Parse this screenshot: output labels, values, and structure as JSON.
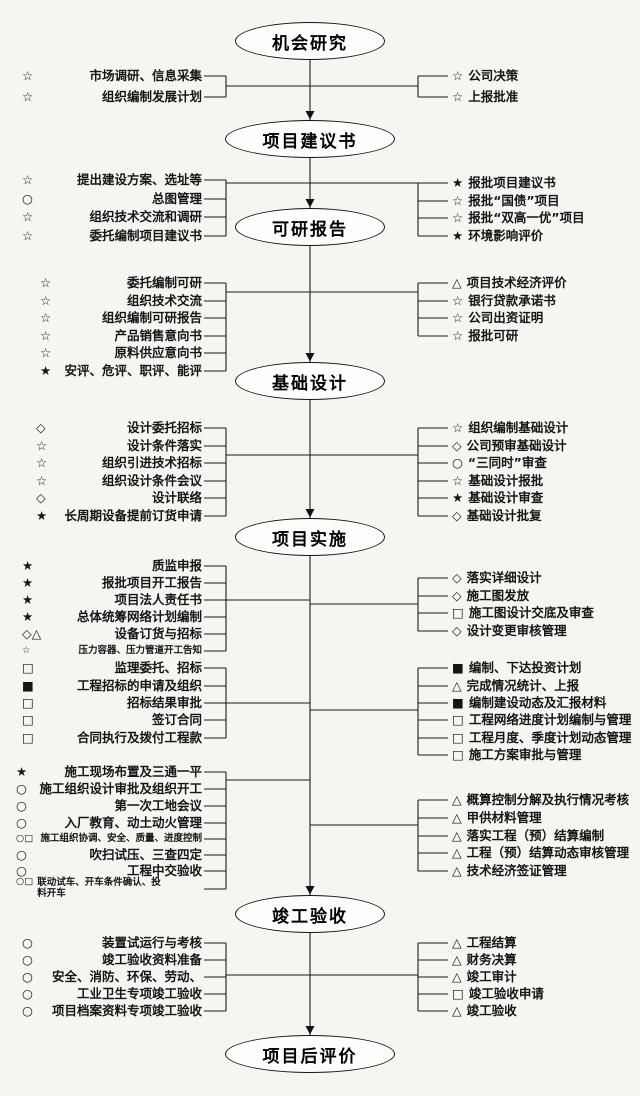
{
  "colors": {
    "background": "#f6f5f1",
    "line": "#1c1c1c",
    "text": "#151515",
    "node_border": "#141414"
  },
  "flowchart": {
    "nodes": [
      {
        "label": "机会研究"
      },
      {
        "label": "项目建议书"
      },
      {
        "label": "可研报告"
      },
      {
        "label": "基础设计"
      },
      {
        "label": "项目实施"
      },
      {
        "label": "竣工验收"
      },
      {
        "label": "项目后评价"
      }
    ],
    "groups": [
      {
        "left": [
          {
            "sym": "☆",
            "text": "市场调研、信息采集"
          },
          {
            "sym": "☆",
            "text": "组织编制发展计划"
          }
        ],
        "right": [
          {
            "sym": "☆",
            "text": "公司决策"
          },
          {
            "sym": "☆",
            "text": "上报批准"
          }
        ]
      },
      {
        "left": [
          {
            "sym": "☆",
            "text": "提出建设方案、选址等"
          },
          {
            "sym": "○",
            "text": "总图管理"
          },
          {
            "sym": "☆",
            "text": "组织技术交流和调研"
          },
          {
            "sym": "☆",
            "text": "委托编制项目建议书"
          }
        ],
        "right": [
          {
            "sym": "★",
            "text": "报批项目建议书"
          },
          {
            "sym": "☆",
            "text": "报批“国债”项目"
          },
          {
            "sym": "☆",
            "text": "报批“双高一优”项目"
          },
          {
            "sym": "★",
            "text": "环境影响评价"
          }
        ]
      },
      {
        "left": [
          {
            "sym": "☆",
            "text": "委托编制可研"
          },
          {
            "sym": "☆",
            "text": "组织技术交流"
          },
          {
            "sym": "☆",
            "text": "组织编制可研报告"
          },
          {
            "sym": "☆",
            "text": "产品销售意向书"
          },
          {
            "sym": "☆",
            "text": "原料供应意向书"
          },
          {
            "sym": "★",
            "text": "安评、危评、职评、能评"
          }
        ],
        "right": [
          {
            "sym": "△",
            "text": "项目技术经济评价"
          },
          {
            "sym": "☆",
            "text": "银行贷款承诺书"
          },
          {
            "sym": "☆",
            "text": "公司出资证明"
          },
          {
            "sym": "☆",
            "text": "报批可研"
          }
        ]
      },
      {
        "left": [
          {
            "sym": "◇",
            "text": "设计委托招标"
          },
          {
            "sym": "☆",
            "text": "设计条件落实"
          },
          {
            "sym": "☆",
            "text": "组织引进技术招标"
          },
          {
            "sym": "☆",
            "text": "组织设计条件会议"
          },
          {
            "sym": "◇",
            "text": "设计联络"
          },
          {
            "sym": "★",
            "text": "长周期设备提前订货申请"
          }
        ],
        "right": [
          {
            "sym": "☆",
            "text": "组织编制基础设计"
          },
          {
            "sym": "◇",
            "text": "公司预审基础设计"
          },
          {
            "sym": "○",
            "text": "“三同时”审查"
          },
          {
            "sym": "☆",
            "text": "基础设计报批"
          },
          {
            "sym": "★",
            "text": "基础设计审查"
          },
          {
            "sym": "◇",
            "text": "基础设计批复"
          }
        ]
      },
      {
        "left": [
          {
            "sym": "★",
            "text": "质监申报"
          },
          {
            "sym": "★",
            "text": "报批项目开工报告"
          },
          {
            "sym": "★",
            "text": "项目法人责任书"
          },
          {
            "sym": "★",
            "text": "总体统筹网络计划编制"
          },
          {
            "sym": "◇△",
            "text": "设备订货与招标"
          },
          {
            "sym": "☆",
            "text": "压力容器、压力管道开工告知"
          }
        ],
        "right": [
          {
            "sym": "◇",
            "text": "落实详细设计"
          },
          {
            "sym": "◇",
            "text": "施工图发放"
          },
          {
            "sym": "□",
            "text": "施工图设计交底及审查"
          },
          {
            "sym": "◇",
            "text": "设计变更审核管理"
          }
        ]
      },
      {
        "left": [
          {
            "sym": "□",
            "text": "监理委托、招标"
          },
          {
            "sym": "■",
            "text": "工程招标的申请及组织"
          },
          {
            "sym": "□",
            "text": "招标结果审批"
          },
          {
            "sym": "□",
            "text": "签订合同"
          },
          {
            "sym": "□",
            "text": "合同执行及拨付工程款"
          }
        ],
        "right": [
          {
            "sym": "■",
            "text": "编制、下达投资计划"
          },
          {
            "sym": "△",
            "text": "完成情况统计、上报"
          },
          {
            "sym": "■",
            "text": "编制建设动态及汇报材料"
          },
          {
            "sym": "□",
            "text": "工程网络进度计划编制与管理"
          },
          {
            "sym": "□",
            "text": "工程月度、季度计划动态管理"
          },
          {
            "sym": "□",
            "text": "施工方案审批与管理"
          }
        ]
      },
      {
        "left": [
          {
            "sym": "★",
            "text": "施工现场布置及三通一平"
          },
          {
            "sym": "○",
            "text": "施工组织设计审批及组织开工"
          },
          {
            "sym": "○",
            "text": "第一次工地会议"
          },
          {
            "sym": "○",
            "text": "入厂教育、动土动火管理"
          },
          {
            "sym": "○□",
            "text": "施工组织协调、安全、质量、进度控制"
          },
          {
            "sym": "○",
            "text": "吹扫试压、三查四定"
          },
          {
            "sym": "○",
            "text": "工程中交验收"
          },
          {
            "sym": "○□",
            "text": "联动试车、开车条件确认、投料开车"
          }
        ],
        "right": [
          {
            "sym": "△",
            "text": "概算控制分解及执行情况考核"
          },
          {
            "sym": "△",
            "text": "甲供材料管理"
          },
          {
            "sym": "△",
            "text": "落实工程（预）结算编制"
          },
          {
            "sym": "△",
            "text": "工程（预）结算动态审核管理"
          },
          {
            "sym": "△",
            "text": "技术经济签证管理"
          }
        ]
      },
      {
        "left": [
          {
            "sym": "○",
            "text": "装置试运行与考核"
          },
          {
            "sym": "○",
            "text": "竣工验收资料准备"
          },
          {
            "sym": "○",
            "text": "安全、消防、环保、劳动、"
          },
          {
            "sym": "○",
            "text": "工业卫生专项竣工验收"
          },
          {
            "sym": "○",
            "text": "项目档案资料专项竣工验收"
          }
        ],
        "right": [
          {
            "sym": "△",
            "text": "工程结算"
          },
          {
            "sym": "△",
            "text": "财务决算"
          },
          {
            "sym": "△",
            "text": "竣工审计"
          },
          {
            "sym": "□",
            "text": "竣工验收申请"
          },
          {
            "sym": "△",
            "text": "竣工验收"
          }
        ]
      }
    ]
  }
}
